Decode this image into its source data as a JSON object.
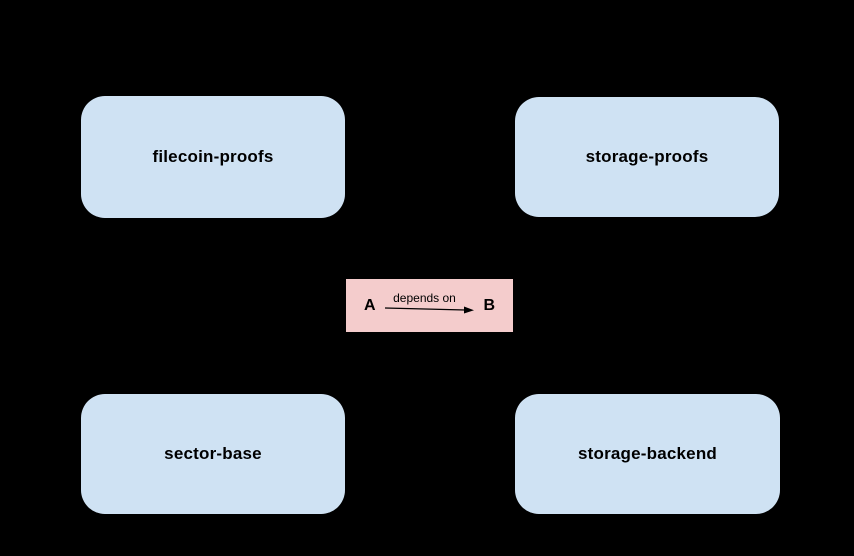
{
  "diagram": {
    "kind": "dependency-graph-legend",
    "colors": {
      "background": "#000000",
      "node_fill": "#cfe2f3",
      "legend_fill": "#f4cccc",
      "text": "#000000",
      "arrow": "#000000"
    },
    "nodes": [
      {
        "id": "filecoin-proofs",
        "label": "filecoin-proofs"
      },
      {
        "id": "storage-proofs",
        "label": "storage-proofs"
      },
      {
        "id": "sector-base",
        "label": "sector-base"
      },
      {
        "id": "storage-backend",
        "label": "storage-backend"
      }
    ],
    "legend": {
      "from_label": "A",
      "relation_label": "depends on",
      "to_label": "B",
      "arrow_direction": "right"
    }
  }
}
